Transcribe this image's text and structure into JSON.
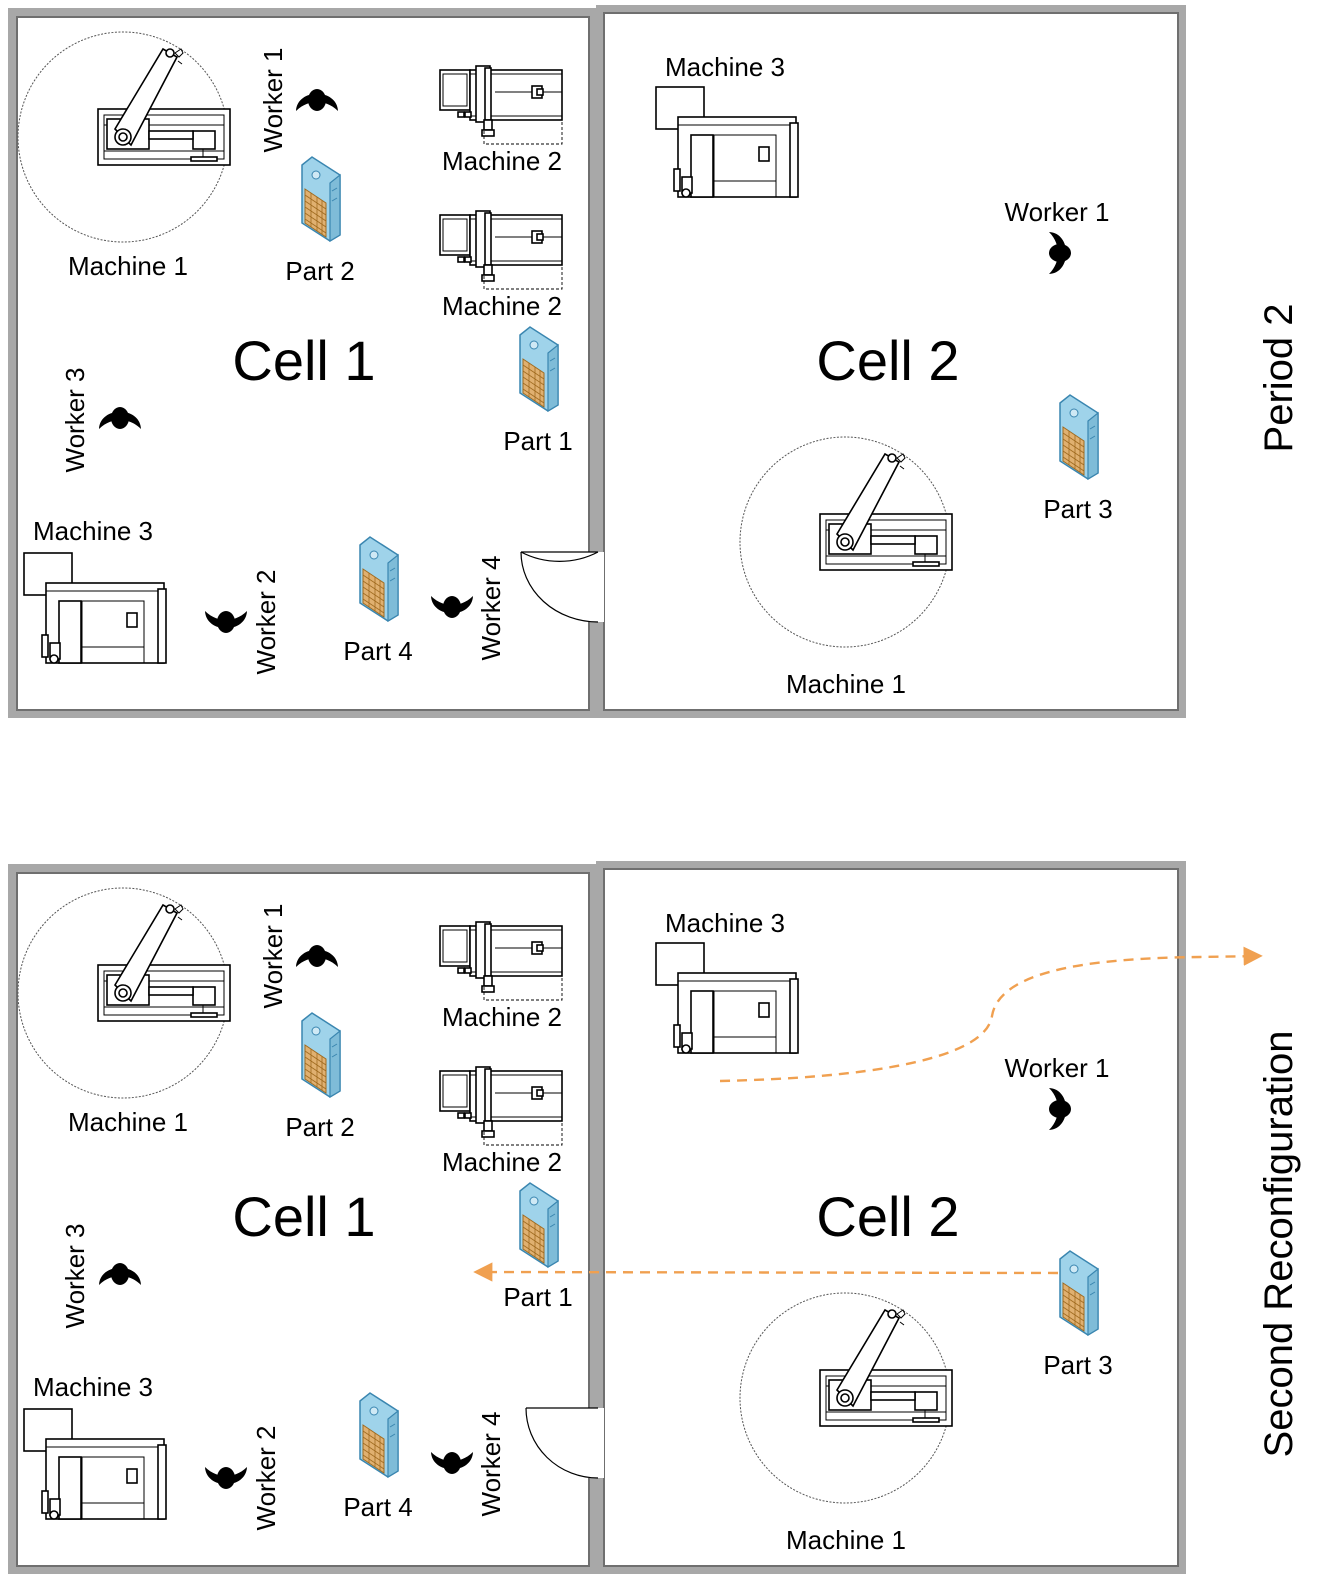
{
  "side_labels": {
    "top": "Period 2",
    "bottom": "Second Reconfiguration"
  },
  "cells": {
    "cell1": "Cell 1",
    "cell2": "Cell 2"
  },
  "labels": {
    "machine1": "Machine 1",
    "machine2": "Machine 2",
    "machine3": "Machine 3",
    "worker1": "Worker 1",
    "worker2": "Worker 2",
    "worker3": "Worker 3",
    "worker4": "Worker 4",
    "part1": "Part 1",
    "part2": "Part 2",
    "part3": "Part 3",
    "part4": "Part 4"
  },
  "colors": {
    "wall": "#a8a8a8",
    "flow_arrow": "#f0a050",
    "part_blue": "#9fd3ea",
    "part_tan": "#e0b070"
  }
}
